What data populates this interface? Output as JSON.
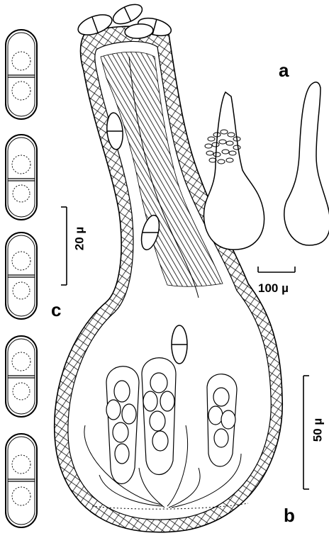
{
  "figure": {
    "panel_labels": {
      "a": "a",
      "b": "b",
      "c": "c"
    },
    "scale_bars": {
      "spores": "20 µ",
      "habit": "100 µ",
      "section": "50 µ"
    },
    "colors": {
      "ink": "#000000",
      "paper": "#ffffff"
    }
  }
}
